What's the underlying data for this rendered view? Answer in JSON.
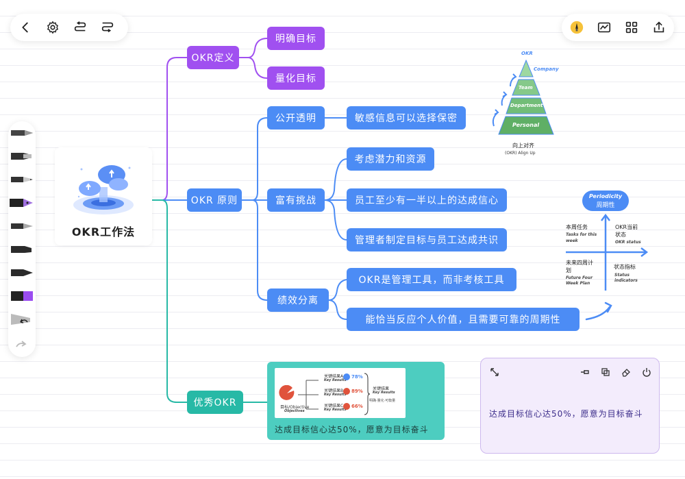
{
  "top_left_toolbar": {
    "icons": [
      "back-arrow-icon",
      "gear-icon",
      "undo-list-icon",
      "redo-list-icon"
    ]
  },
  "top_right_toolbar": {
    "icons": [
      "pen-avatar-icon",
      "chart-icon",
      "grid-icon",
      "share-icon"
    ]
  },
  "pen_rail": {
    "tools": [
      "pen-1",
      "marker-1",
      "pen-2",
      "fountain-pen-selected",
      "pen-3",
      "highlighter-1",
      "pen-4",
      "purple-marker",
      "eraser",
      "redo"
    ]
  },
  "mindmap": {
    "root": {
      "title": "OKR工作法"
    },
    "branches": {
      "definition": {
        "label": "OKR定义",
        "children": [
          "明确目标",
          "量化目标"
        ]
      },
      "principles": {
        "label": "OKR 原则",
        "open": {
          "label": "公开透明",
          "child": "敏感信息可以选择保密"
        },
        "challenge": {
          "label": "富有挑战",
          "children": [
            "考虑潜力和资源",
            "员工至少有一半以上的达成信心",
            "管理者制定目标与员工达成共识"
          ]
        },
        "performance": {
          "label": "绩效分离",
          "children": [
            "OKR是管理工具，而非考核工具",
            "能恰当反应个人价值，且需要可靠的周期性"
          ]
        }
      },
      "excellent": {
        "label": "优秀OKR",
        "card_caption": "达成目标信心达50%，愿意为目标奋斗",
        "figure": {
          "objective_label": "目标/Objective",
          "objective_sub": "Objectives",
          "krs": [
            {
              "label": "关键结果A",
              "sub": "Key Results",
              "value": "78%",
              "color": "#4c8cf5"
            },
            {
              "label": "关键结果B",
              "sub": "Key Results",
              "value": "89%",
              "color": "#e0533c"
            },
            {
              "label": "关键结果C",
              "sub": "Key Results",
              "value": "66%",
              "color": "#e0533c"
            }
          ],
          "summary_label": "关键结果",
          "summary_sub": "Key Results",
          "summary_note": "明确·量化·可衡量"
        }
      }
    }
  },
  "pyramid": {
    "title": "OKR",
    "levels": [
      "Company",
      "Team",
      "Department",
      "Personal"
    ],
    "caption_cn": "向上对齐",
    "caption_en": "(OKR) Align Up"
  },
  "quadrant": {
    "title_en": "Periodicity",
    "title_cn": "周期性",
    "q1_cn": "本周任务",
    "q1_en": "Tasks for this week",
    "q2_cn": "OKR当前状态",
    "q2_en": "OKR status",
    "q3_cn": "未来四周计划",
    "q3_en": "Future Four Week Plan",
    "q4_cn": "状态指标",
    "q4_en": "Status indicators"
  },
  "sticky_note": {
    "text": "达成目标信心达50%，愿意为目标奋斗",
    "icons": [
      "expand-icon",
      "pin-icon",
      "copy-icon",
      "eraser-icon",
      "power-icon"
    ]
  }
}
